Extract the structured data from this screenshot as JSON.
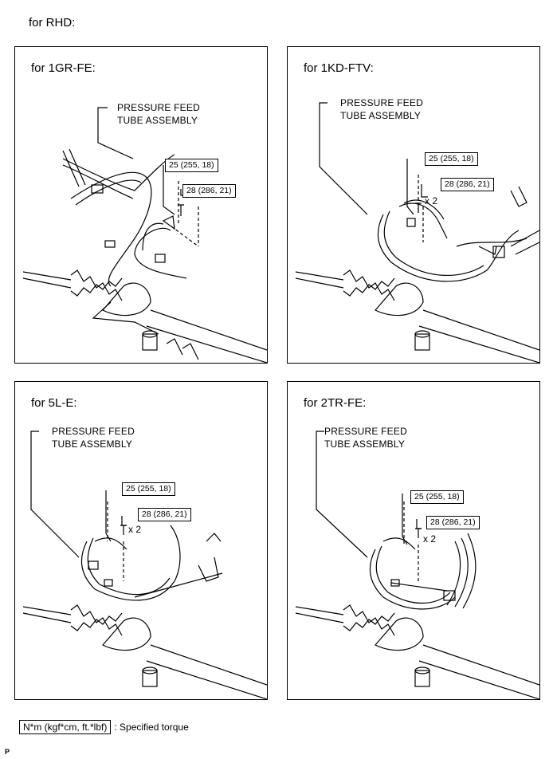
{
  "heading": "for RHD:",
  "panels": [
    {
      "title": "for 1GR-FE:",
      "callout": "PRESSURE FEED\nTUBE ASSEMBLY",
      "torque1": "25 (255, 18)",
      "torque2": "28 (286, 21)",
      "multiplier": ""
    },
    {
      "title": "for 1KD-FTV:",
      "callout": "PRESSURE FEED\nTUBE ASSEMBLY",
      "torque1": "25 (255, 18)",
      "torque2": "28 (286, 21)",
      "multiplier": "x 2"
    },
    {
      "title": "for 5L-E:",
      "callout": "PRESSURE FEED\nTUBE ASSEMBLY",
      "torque1": "25 (255, 18)",
      "torque2": "28 (286, 21)",
      "multiplier": "x 2"
    },
    {
      "title": "for 2TR-FE:",
      "callout": "PRESSURE FEED\nTUBE ASSEMBLY",
      "torque1": "25 (255, 18)",
      "torque2": "28 (286, 21)",
      "multiplier": "x 2"
    }
  ],
  "legend": {
    "unit": "N*m (kgf*cm, ft.*lbf)",
    "description": ": Specified torque"
  },
  "page_mark": "P"
}
